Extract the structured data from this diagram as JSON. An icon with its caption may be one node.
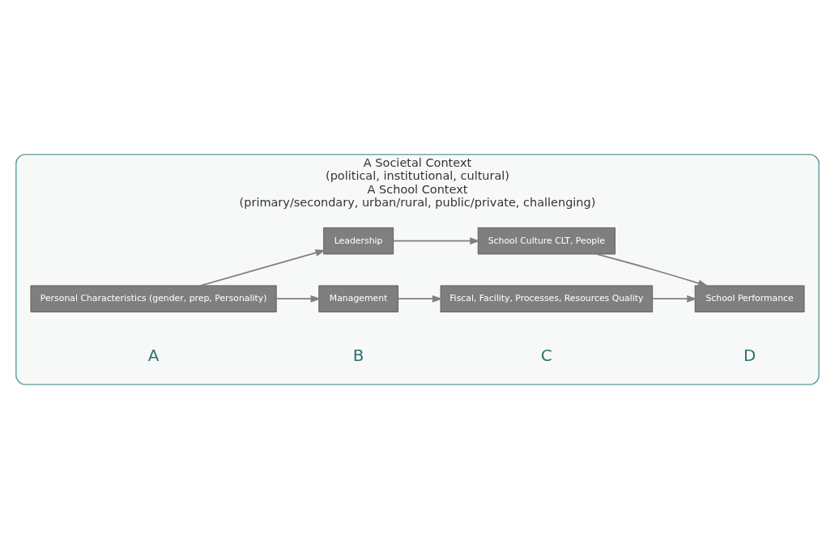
{
  "diagram": {
    "nodes": [
      {
        "text": [
          "A Societal Context",
          "(political, institutional, cultural)",
          "A School Context",
          "(primary/secondary, urban/rural, public/private, challenging)"
        ]
      },
      {
        "text": [
          "Personal Characteristics (gender, prep, Personality)"
        ],
        "in": 0
      },
      {
        "text": [
          "Management"
        ],
        "in": 0
      },
      {
        "text": [
          "Leadership"
        ],
        "in": 0
      },
      {
        "text": [
          "Fiscal, Facility, Processes, Resources Quality"
        ],
        "in": 0
      },
      {
        "text": [
          "School Culture CLT, People"
        ],
        "in": 0
      },
      {
        "text": [
          "School Performance"
        ],
        "in": 0
      }
    ],
    "edges": [
      {
        "from": 1,
        "to": 2,
        "arrow": "to"
      },
      {
        "from": 1,
        "to": 3,
        "arrow": "to"
      },
      {
        "from": 2,
        "to": 4,
        "arrow": "to"
      },
      {
        "from": 3,
        "to": 5,
        "arrow": "to"
      },
      {
        "from": 4,
        "to": 6,
        "arrow": "to"
      },
      {
        "from": 5,
        "to": 6,
        "arrow": "to"
      }
    ],
    "labels": [
      "A",
      "B",
      "C",
      "D"
    ]
  }
}
